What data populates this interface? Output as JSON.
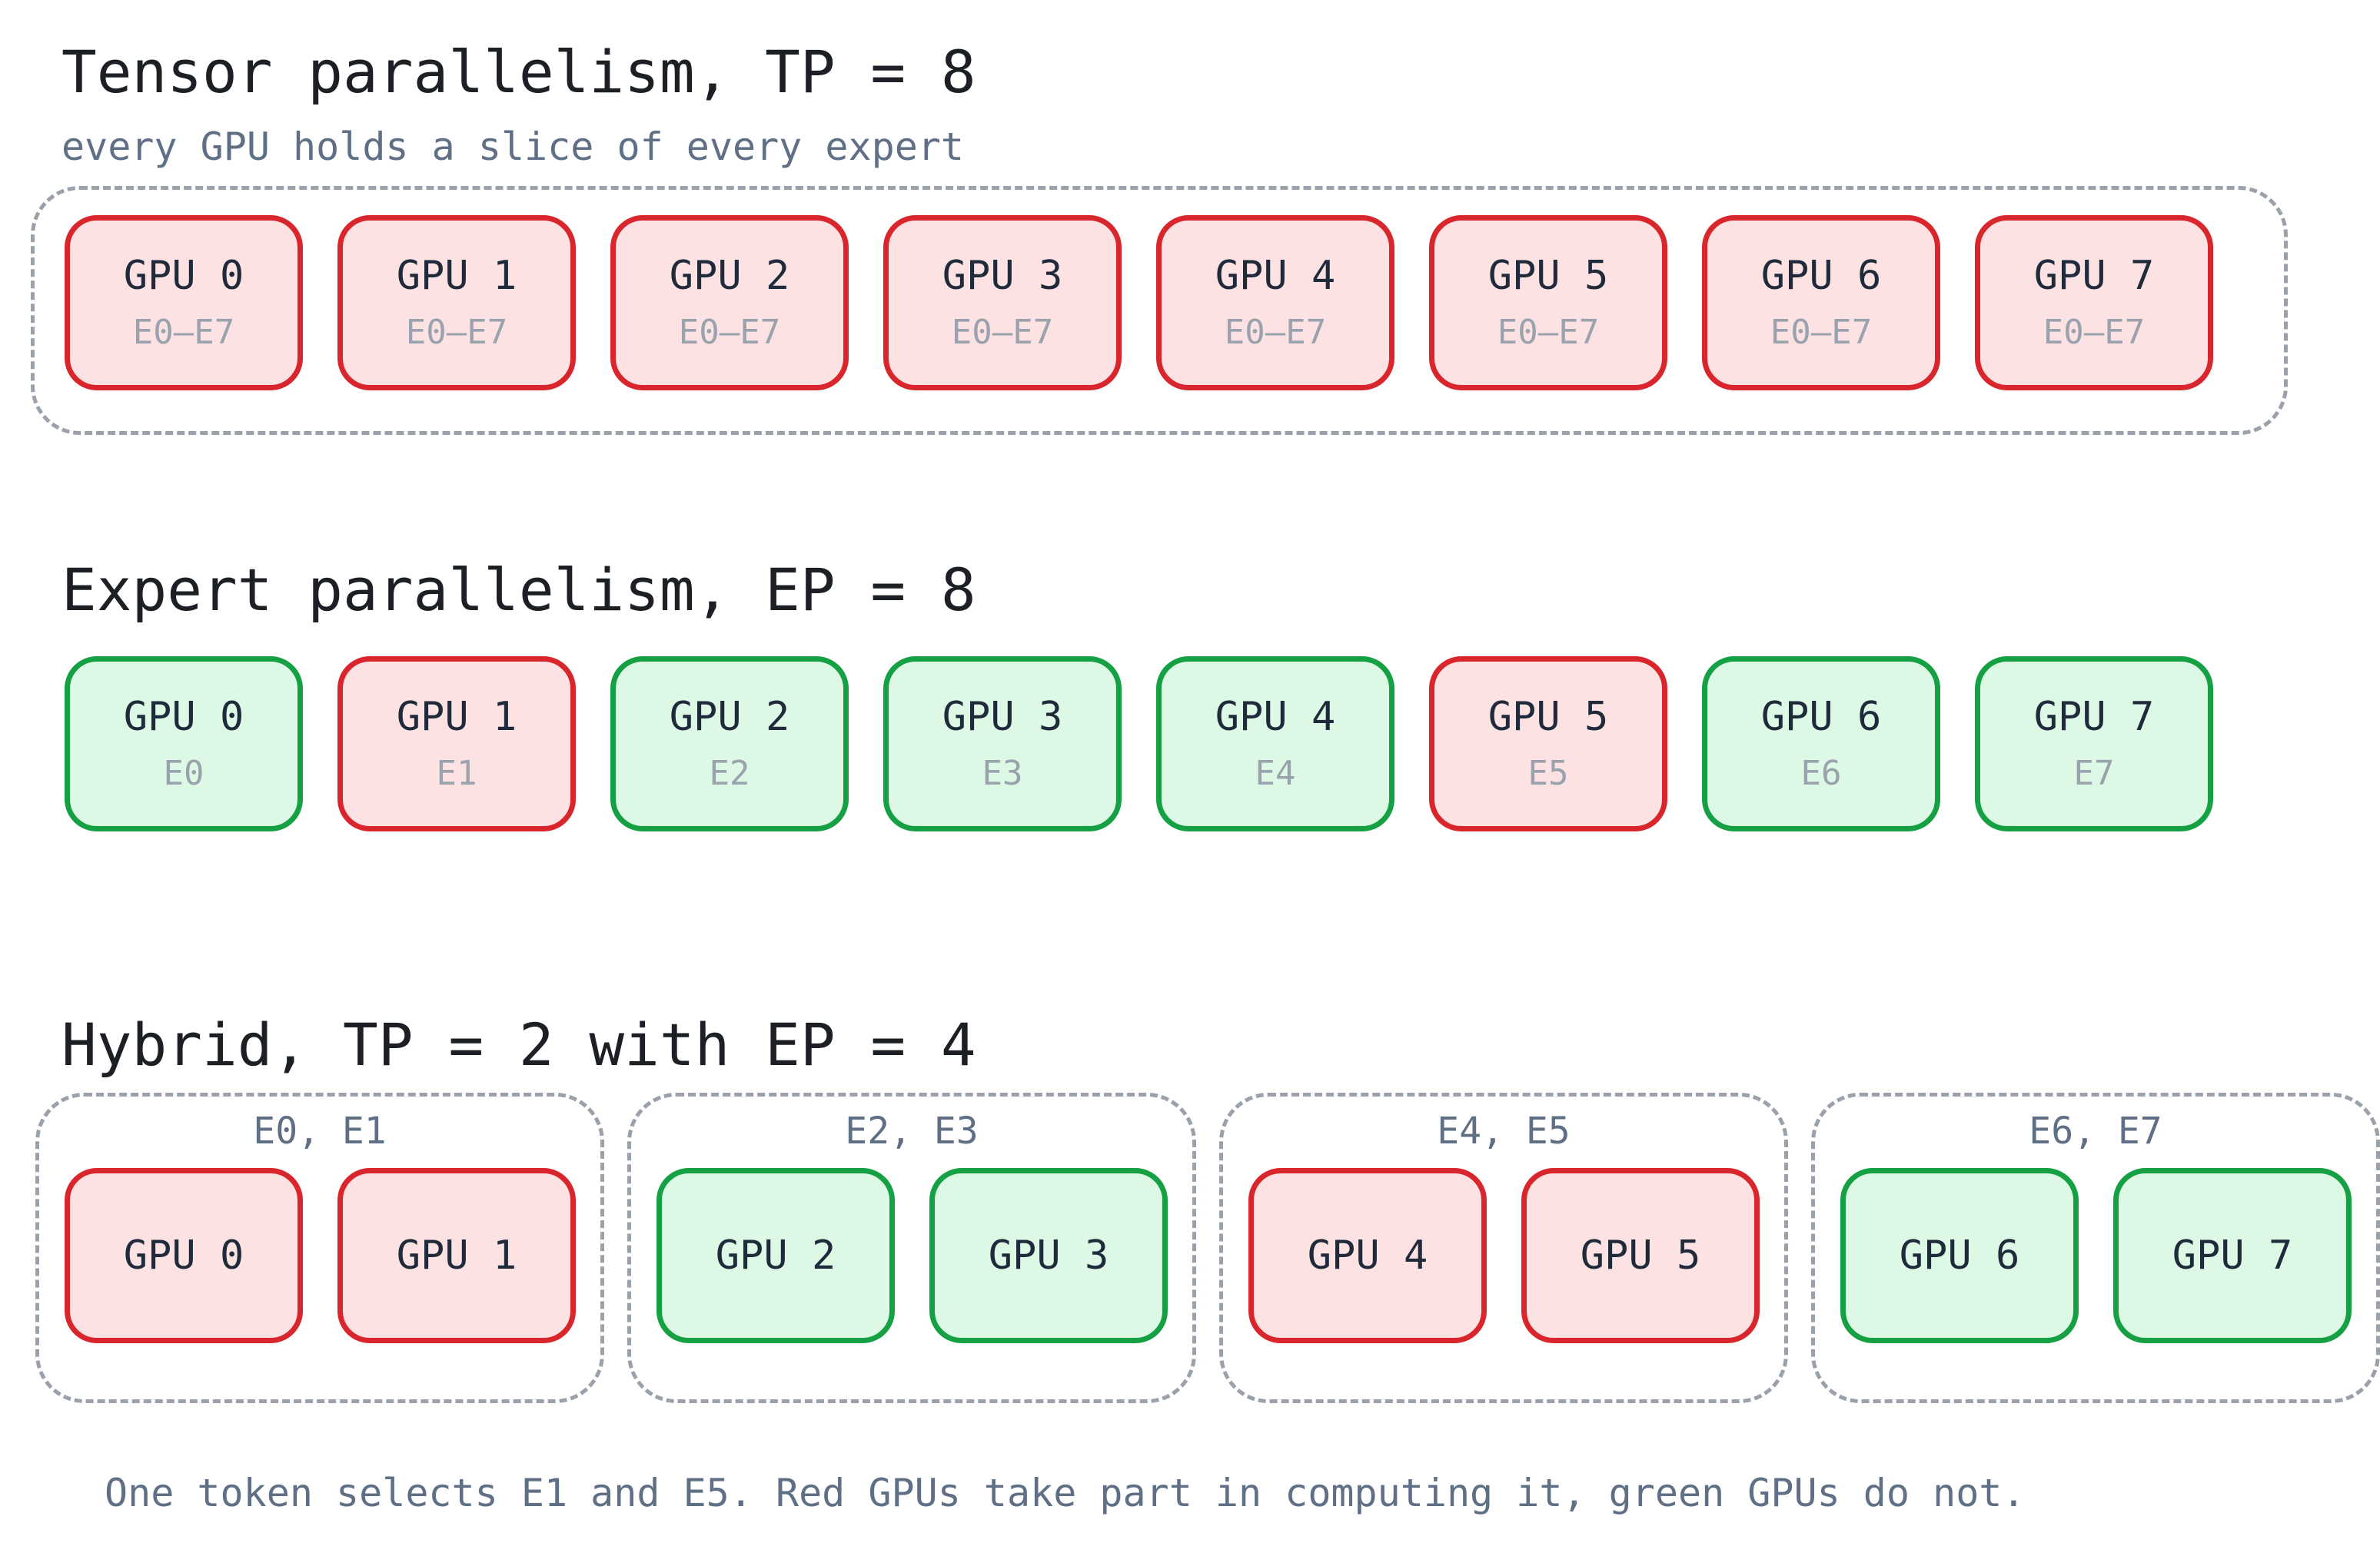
{
  "colors": {
    "participating_border": "#d9262c",
    "participating_fill": "#fde2e3",
    "idle_border": "#15a044",
    "idle_fill": "#ddf9e6",
    "group_border": "#9aa1ab"
  },
  "tensor": {
    "title": "Tensor parallelism, TP = 8",
    "subtitle": "every GPU holds a slice of every expert",
    "gpus": [
      {
        "name": "GPU 0",
        "experts": "E0–E7",
        "state": "red"
      },
      {
        "name": "GPU 1",
        "experts": "E0–E7",
        "state": "red"
      },
      {
        "name": "GPU 2",
        "experts": "E0–E7",
        "state": "red"
      },
      {
        "name": "GPU 3",
        "experts": "E0–E7",
        "state": "red"
      },
      {
        "name": "GPU 4",
        "experts": "E0–E7",
        "state": "red"
      },
      {
        "name": "GPU 5",
        "experts": "E0–E7",
        "state": "red"
      },
      {
        "name": "GPU 6",
        "experts": "E0–E7",
        "state": "red"
      },
      {
        "name": "GPU 7",
        "experts": "E0–E7",
        "state": "red"
      }
    ]
  },
  "expert": {
    "title": "Expert parallelism, EP = 8",
    "gpus": [
      {
        "name": "GPU 0",
        "experts": "E0",
        "state": "green"
      },
      {
        "name": "GPU 1",
        "experts": "E1",
        "state": "red"
      },
      {
        "name": "GPU 2",
        "experts": "E2",
        "state": "green"
      },
      {
        "name": "GPU 3",
        "experts": "E3",
        "state": "green"
      },
      {
        "name": "GPU 4",
        "experts": "E4",
        "state": "green"
      },
      {
        "name": "GPU 5",
        "experts": "E5",
        "state": "red"
      },
      {
        "name": "GPU 6",
        "experts": "E6",
        "state": "green"
      },
      {
        "name": "GPU 7",
        "experts": "E7",
        "state": "green"
      }
    ]
  },
  "hybrid": {
    "title": "Hybrid, TP = 2 with EP = 4",
    "groups": [
      {
        "label": "E0, E1",
        "gpus": [
          {
            "name": "GPU 0",
            "state": "red"
          },
          {
            "name": "GPU 1",
            "state": "red"
          }
        ]
      },
      {
        "label": "E2, E3",
        "gpus": [
          {
            "name": "GPU 2",
            "state": "green"
          },
          {
            "name": "GPU 3",
            "state": "green"
          }
        ]
      },
      {
        "label": "E4, E5",
        "gpus": [
          {
            "name": "GPU 4",
            "state": "red"
          },
          {
            "name": "GPU 5",
            "state": "red"
          }
        ]
      },
      {
        "label": "E6, E7",
        "gpus": [
          {
            "name": "GPU 6",
            "state": "green"
          },
          {
            "name": "GPU 7",
            "state": "green"
          }
        ]
      }
    ]
  },
  "footer": "One token selects E1 and E5. Red GPUs take part in computing it, green GPUs do not."
}
